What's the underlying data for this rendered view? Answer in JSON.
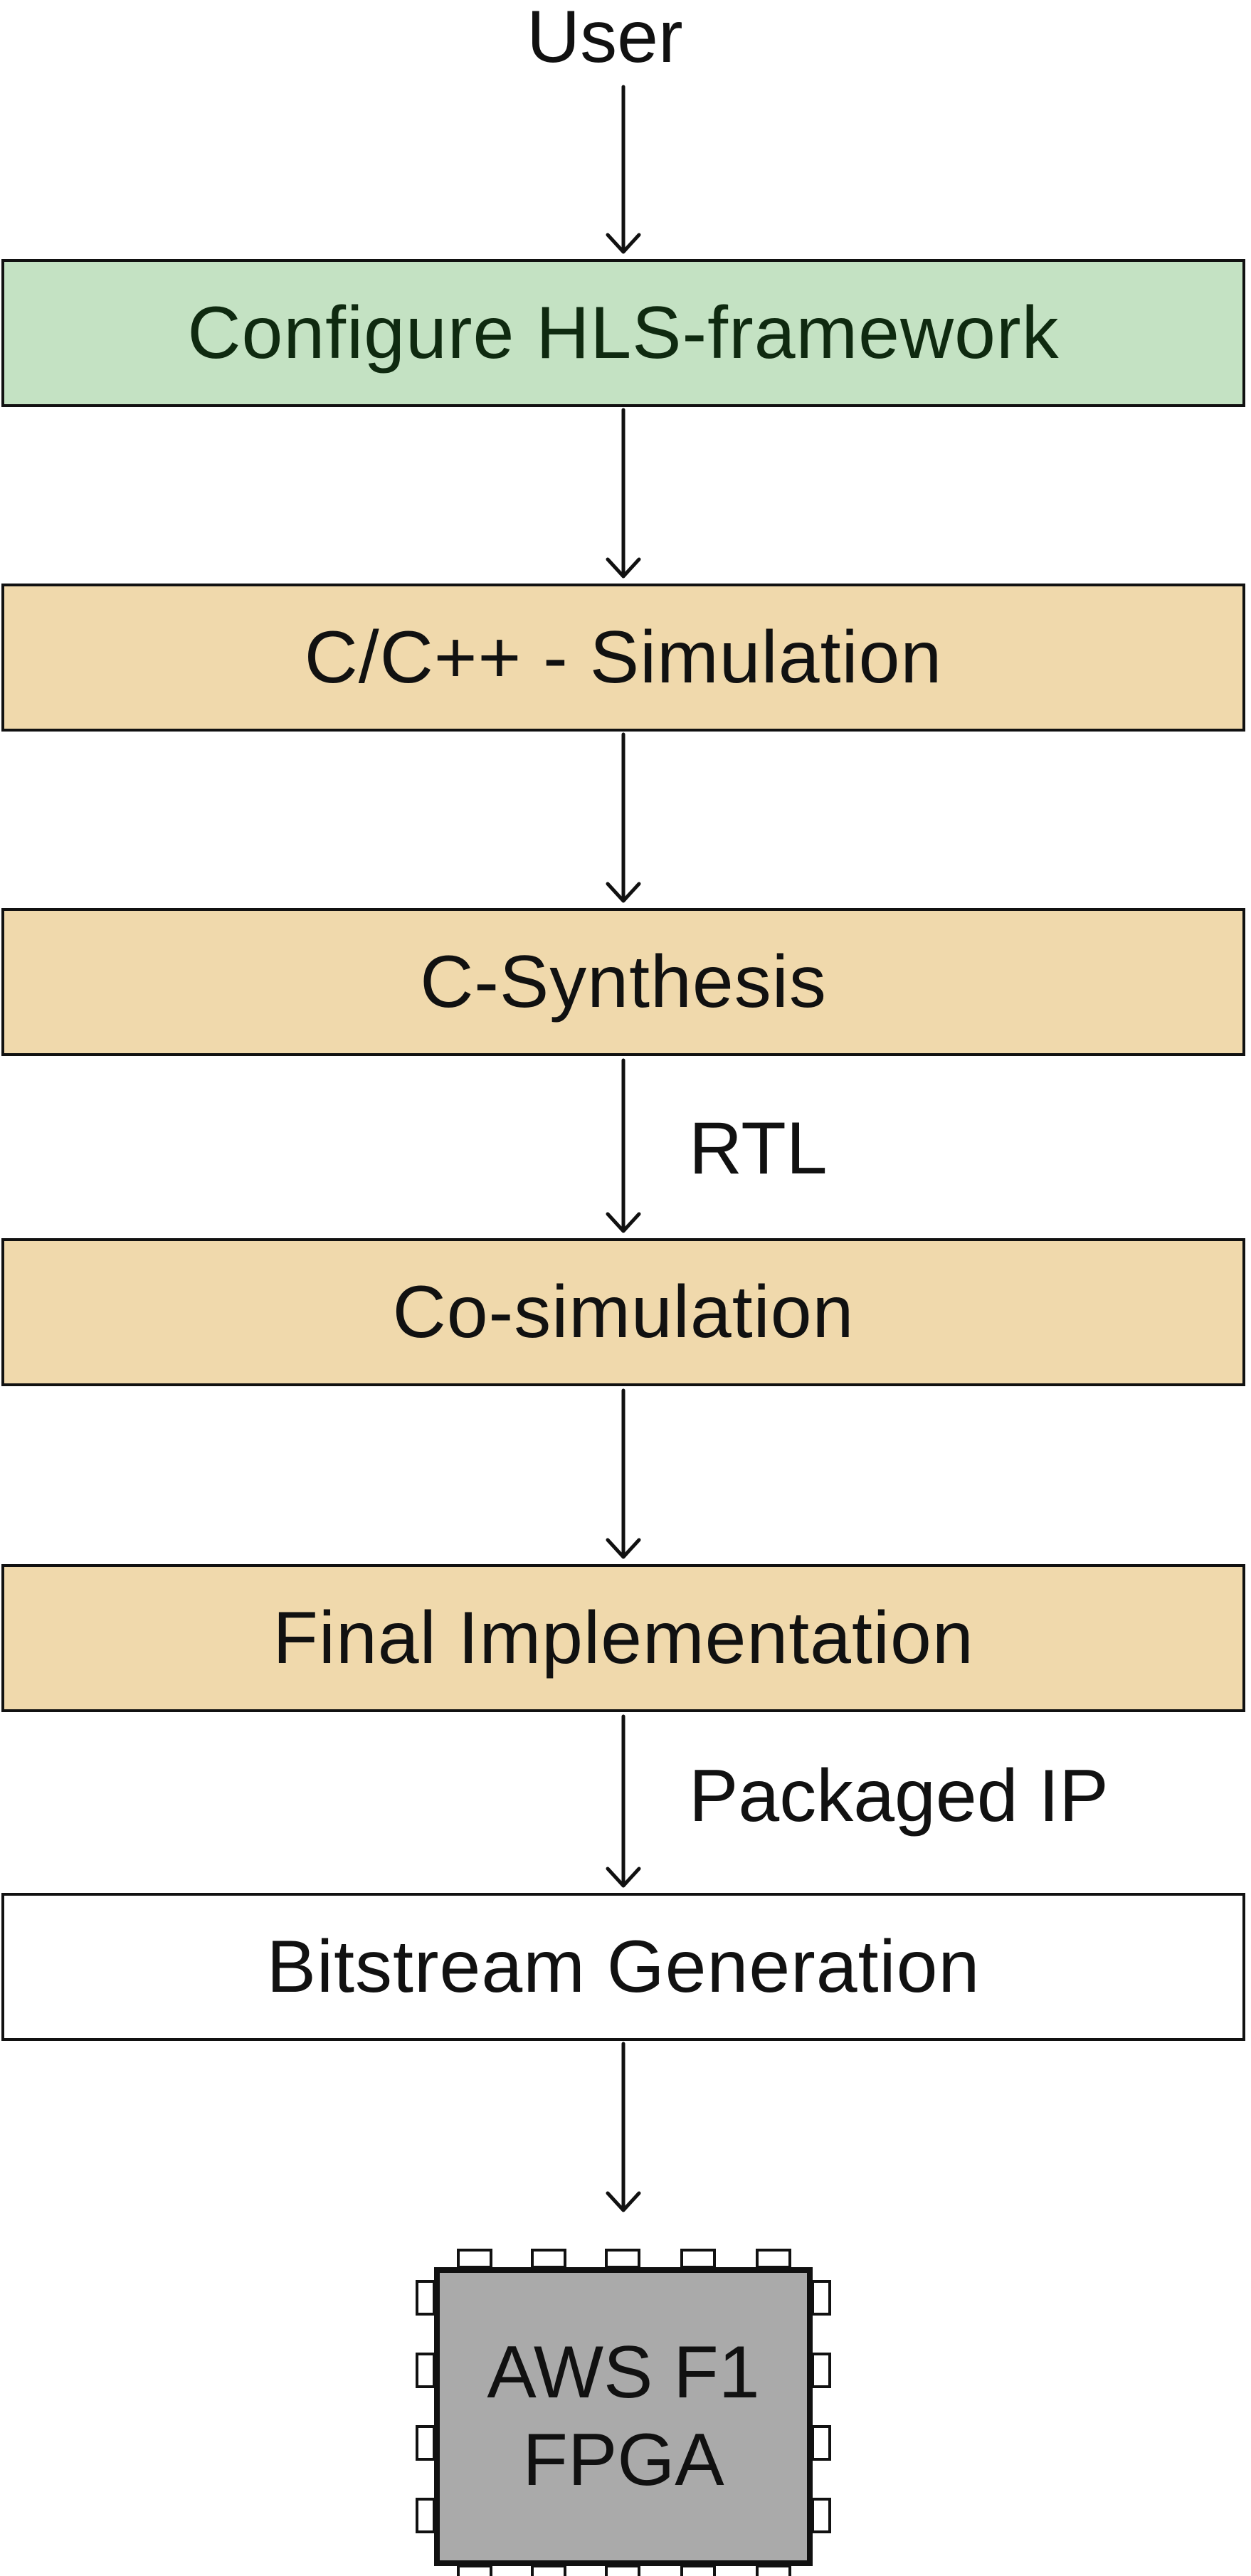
{
  "diagram": {
    "source": "User",
    "steps": [
      {
        "label": "Configure HLS-framework",
        "fill": "#c4e2c3"
      },
      {
        "label": "C/C++ - Simulation",
        "fill": "#f0d9ac"
      },
      {
        "label": "C-Synthesis",
        "fill": "#f0d9ac"
      },
      {
        "label": "Co-simulation",
        "fill": "#f0d9ac"
      },
      {
        "label": "Final Implementation",
        "fill": "#f0d9ac"
      },
      {
        "label": "Bitstream Generation",
        "fill": "#ffffff"
      }
    ],
    "edge_labels": {
      "synthesis_to_cosim": "RTL",
      "implementation_to_bitstream": "Packaged IP"
    },
    "target": {
      "line1": "AWS F1",
      "line2": "FPGA",
      "fill": "#aaaaaa",
      "icon": "fpga-chip-icon"
    }
  }
}
